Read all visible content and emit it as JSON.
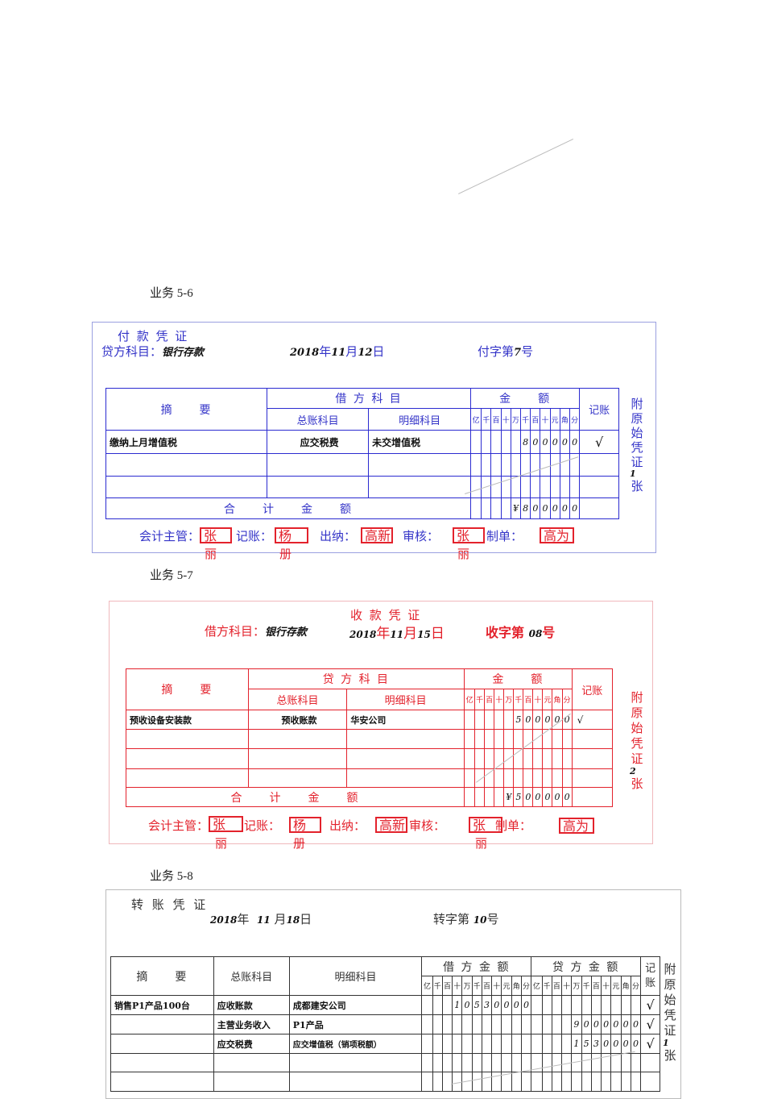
{
  "business_labels": [
    "业务 5-6",
    "业务 5-7",
    "业务 5-8"
  ],
  "units": [
    "亿",
    "千",
    "百",
    "十",
    "万",
    "千",
    "百",
    "十",
    "元",
    "角",
    "分"
  ],
  "payment_voucher": {
    "title": "付 款 凭 证",
    "account_label": "贷方科目：",
    "account_value": "银行存款",
    "date_year": "2018",
    "date_year_label": "年",
    "date_month": "11",
    "date_month_label": "月",
    "date_day": "12",
    "date_day_label": "日",
    "number_label": "付字第",
    "number_value": "7",
    "number_suffix": "号",
    "headers": {
      "summary": "摘　　要",
      "account_group": "借 方 科 目",
      "general": "总账科目",
      "detail": "明细科目",
      "amount": "金　　额",
      "posted": "记账"
    },
    "rows": [
      {
        "summary": "缴纳上月增值税",
        "general": "应交税费",
        "detail": "未交增值税",
        "digits": [
          "",
          "",
          "",
          "",
          "",
          "8",
          "0",
          "0",
          "0",
          "0",
          "0"
        ],
        "posted": "√"
      },
      {
        "summary": "",
        "general": "",
        "detail": "",
        "digits": [
          "",
          "",
          "",
          "",
          "",
          "",
          "",
          "",
          "",
          "",
          ""
        ],
        "posted": ""
      },
      {
        "summary": "",
        "general": "",
        "detail": "",
        "digits": [
          "",
          "",
          "",
          "",
          "",
          "",
          "",
          "",
          "",
          "",
          ""
        ],
        "posted": ""
      }
    ],
    "total_label": "合　　计　　金　　额",
    "total_digits": [
      "",
      "",
      "",
      "",
      "¥",
      "8",
      "0",
      "0",
      "0",
      "0",
      "0"
    ],
    "attachment": {
      "chars": [
        "附",
        "原",
        "始",
        "凭",
        "证"
      ],
      "count": "1",
      "unit": "张"
    },
    "signatures": {
      "supervisor_label": "会计主管：",
      "supervisor": "张",
      "supervisor_tail": "丽",
      "bookkeeper_label": "记账：",
      "bookkeeper": "杨",
      "bookkeeper_tail": "册",
      "cashier_label": "出纳：",
      "cashier": "高新",
      "auditor_label": "审核：",
      "auditor": "张",
      "auditor_tail": "丽",
      "preparer_label": "制单：",
      "preparer": "高为"
    },
    "color": "#2b2bd0"
  },
  "receipt_voucher": {
    "title": "收 款 凭 证",
    "account_label": "借方科目：",
    "account_value": "银行存款",
    "date_year": "2018",
    "date_year_label": "年",
    "date_month": "11",
    "date_month_label": "月",
    "date_day": "15",
    "date_day_label": "日",
    "number_label": "收字第",
    "number_value": "08",
    "number_suffix": "号",
    "headers": {
      "summary": "摘　　要",
      "account_group": "贷 方 科 目",
      "general": "总账科目",
      "detail": "明细科目",
      "amount": "金　　额",
      "posted": "记账"
    },
    "rows": [
      {
        "summary": "预收设备安装款",
        "general": "预收账款",
        "detail": "华安公司",
        "digits": [
          "",
          "",
          "",
          "",
          "",
          "5",
          "0",
          "0",
          "0",
          "0",
          "0"
        ],
        "posted": "√"
      },
      {
        "summary": "",
        "general": "",
        "detail": "",
        "digits": [
          "",
          "",
          "",
          "",
          "",
          "",
          "",
          "",
          "",
          "",
          ""
        ],
        "posted": ""
      },
      {
        "summary": "",
        "general": "",
        "detail": "",
        "digits": [
          "",
          "",
          "",
          "",
          "",
          "",
          "",
          "",
          "",
          "",
          ""
        ],
        "posted": ""
      },
      {
        "summary": "",
        "general": "",
        "detail": "",
        "digits": [
          "",
          "",
          "",
          "",
          "",
          "",
          "",
          "",
          "",
          "",
          ""
        ],
        "posted": ""
      }
    ],
    "total_label": "合　　计　　金　　额",
    "total_digits": [
      "",
      "",
      "",
      "",
      "¥",
      "5",
      "0",
      "0",
      "0",
      "0",
      "0"
    ],
    "attachment": {
      "chars": [
        "附",
        "原",
        "始",
        "凭",
        "证"
      ],
      "count": "2",
      "unit": "张"
    },
    "signatures": {
      "supervisor_label": "会计主管：",
      "supervisor": "张",
      "supervisor_tail": "丽",
      "bookkeeper_label": "记账：",
      "bookkeeper": "杨",
      "bookkeeper_tail": "册",
      "cashier_label": "出纳：",
      "cashier": "高新",
      "auditor_label": "审核：",
      "auditor": "张",
      "auditor_tail": "丽",
      "preparer_label": "制单：",
      "preparer": "高为"
    },
    "color": "#e3222c"
  },
  "transfer_voucher": {
    "title": "转 账 凭 证",
    "date_year": "2018",
    "date_year_label": "年",
    "date_month": "11",
    "date_month_label": "月",
    "date_day": "18",
    "date_day_label": "日",
    "number_label": "转字第",
    "number_value": "10",
    "number_suffix": "号",
    "headers": {
      "summary": "摘　　要",
      "general": "总账科目",
      "detail": "明细科目",
      "debit": "借 方 金 额",
      "credit": "贷 方 金 额",
      "posted": "记账"
    },
    "rows": [
      {
        "summary": "销售P1产品100台",
        "general": "应收账款",
        "detail": "成都建安公司",
        "debit": [
          "",
          "",
          "",
          "1",
          "0",
          "5",
          "3",
          "0",
          "0",
          "0",
          "0"
        ],
        "credit": [
          "",
          "",
          "",
          "",
          "",
          "",
          "",
          "",
          "",
          "",
          ""
        ],
        "posted": "√"
      },
      {
        "summary": "",
        "general": "主营业务收入",
        "detail": "P1产品",
        "debit": [
          "",
          "",
          "",
          "",
          "",
          "",
          "",
          "",
          "",
          "",
          ""
        ],
        "credit": [
          "",
          "",
          "",
          "",
          "9",
          "0",
          "0",
          "0",
          "0",
          "0",
          "0"
        ],
        "posted": "√"
      },
      {
        "summary": "",
        "general": "应交税费",
        "detail": "应交增值税（销项税额）",
        "debit": [
          "",
          "",
          "",
          "",
          "",
          "",
          "",
          "",
          "",
          "",
          ""
        ],
        "credit": [
          "",
          "",
          "",
          "",
          "1",
          "5",
          "3",
          "0",
          "0",
          "0",
          "0"
        ],
        "posted": "√"
      },
      {
        "summary": "",
        "general": "",
        "detail": "",
        "debit": [
          "",
          "",
          "",
          "",
          "",
          "",
          "",
          "",
          "",
          "",
          ""
        ],
        "credit": [
          "",
          "",
          "",
          "",
          "",
          "",
          "",
          "",
          "",
          "",
          ""
        ],
        "posted": ""
      },
      {
        "summary": "",
        "general": "",
        "detail": "",
        "debit": [
          "",
          "",
          "",
          "",
          "",
          "",
          "",
          "",
          "",
          "",
          ""
        ],
        "credit": [
          "",
          "",
          "",
          "",
          "",
          "",
          "",
          "",
          "",
          "",
          ""
        ],
        "posted": ""
      }
    ],
    "attachment": {
      "chars": [
        "附",
        "原",
        "始",
        "凭",
        "证"
      ],
      "count": "1",
      "unit": "张"
    }
  }
}
